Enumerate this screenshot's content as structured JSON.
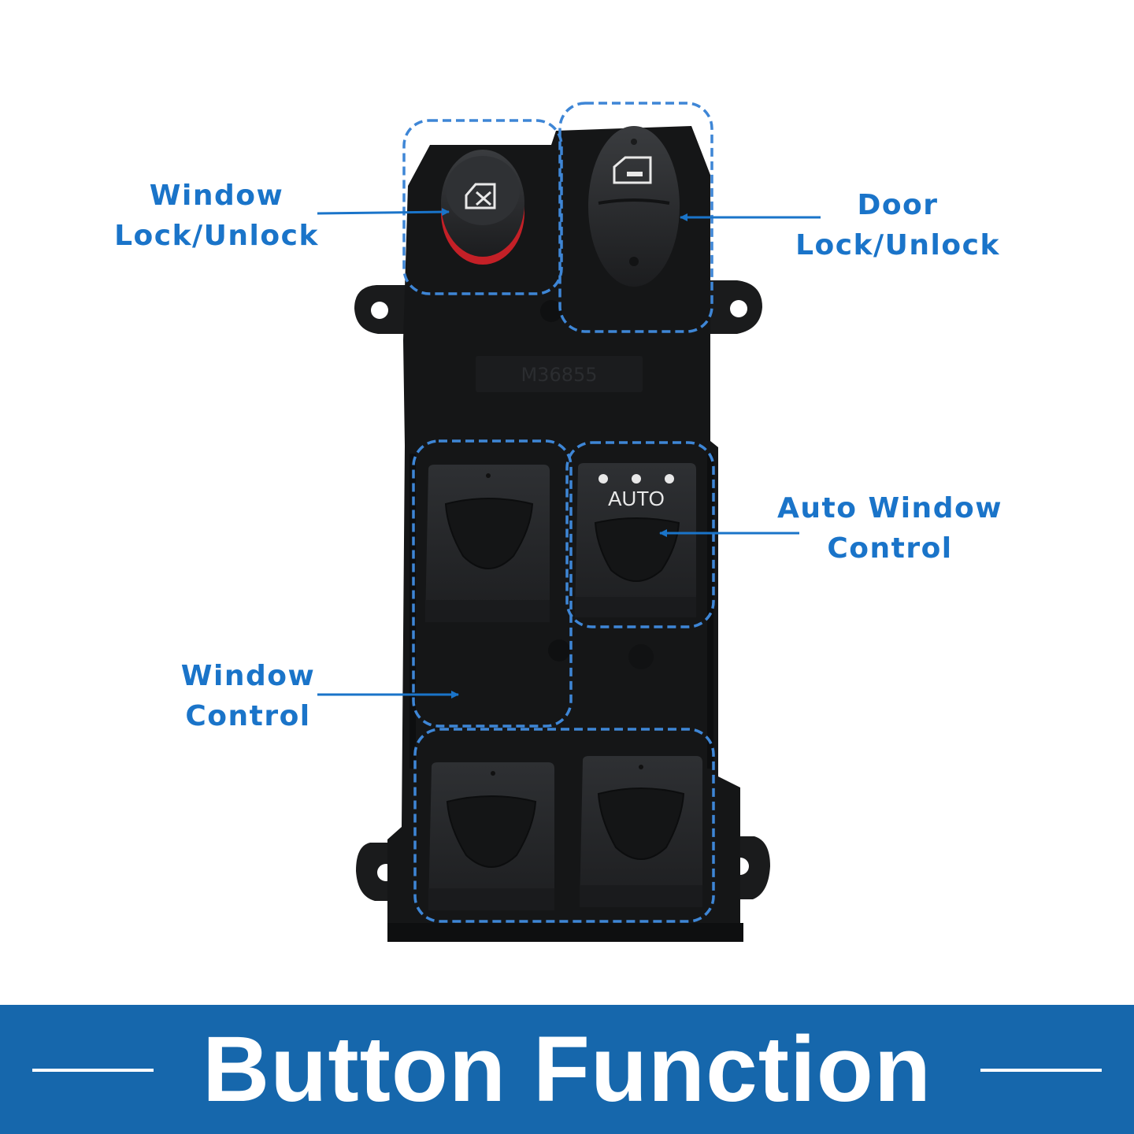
{
  "banner": {
    "title": "Button Function",
    "background": "#1667ac",
    "text_color": "#ffffff"
  },
  "callouts": {
    "window_lock": {
      "line1": "Window",
      "line2": "Lock/Unlock"
    },
    "door_lock": {
      "line1": "Door",
      "line2": "Lock/Unlock"
    },
    "auto_window": {
      "line1": "Auto Window",
      "line2": "Control"
    },
    "window_control": {
      "line1": "Window",
      "line2": "Control"
    }
  },
  "switch": {
    "part_number": "M36855",
    "auto_label": "AUTO",
    "body_color": "#151617",
    "button_color": "#222426",
    "accent_red": "#c42027",
    "highlight_color": "#1a74c9"
  }
}
